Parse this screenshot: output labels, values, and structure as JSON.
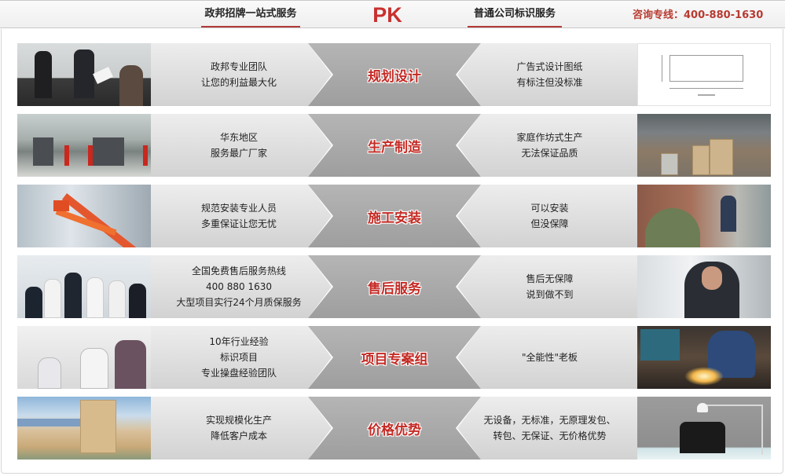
{
  "header": {
    "left_label": "政邦招牌一站式服务",
    "center_label": "PK",
    "right_label": "普通公司标识服务",
    "hotline": "咨询专线：400-880-1630",
    "accent_color": "#c8302f"
  },
  "rows": [
    {
      "category": "规划设计",
      "left_photo": "office-team-photo",
      "left_lines": [
        "政邦专业团队",
        "让您的利益最大化"
      ],
      "right_lines": [
        "广告式设计图纸",
        "有标注但没标准"
      ],
      "right_photo": "technical-drawing-photo"
    },
    {
      "category": "生产制造",
      "left_photo": "factory-photo",
      "left_lines": [
        "华东地区",
        "服务最广厂家"
      ],
      "right_lines": [
        "家庭作坊式生产",
        "无法保证品质"
      ],
      "right_photo": "warehouse-photo"
    },
    {
      "category": "施工安装",
      "left_photo": "aerial-lift-photo",
      "left_lines": [
        "规范安装专业人员",
        "多重保证让您无忧"
      ],
      "right_lines": [
        "可以安装",
        "但没保障"
      ],
      "right_photo": "unsafe-install-photo"
    },
    {
      "category": "售后服务",
      "left_photo": "service-team-photo",
      "left_lines": [
        "全国免费售后服务热线",
        "400 880 1630",
        "大型项目实行24个月质保服务"
      ],
      "right_lines": [
        "售后无保障",
        "说到做不到"
      ],
      "right_photo": "stressed-man-photo"
    },
    {
      "category": "项目专案组",
      "left_photo": "meeting-photo",
      "left_lines": [
        "10年行业经验",
        "标识项目",
        "专业操盘经验团队"
      ],
      "right_lines": [
        "\"全能性\"老板"
      ],
      "right_photo": "welder-photo"
    },
    {
      "category": "价格优势",
      "left_photo": "building-photo",
      "left_lines": [
        "实现规模化生产",
        "降低客户成本"
      ],
      "right_lines": [
        "无设备，无标准，无原理发包、",
        "转包、无保证、无价格优势"
      ],
      "right_photo": "empty-desk-photo"
    }
  ]
}
